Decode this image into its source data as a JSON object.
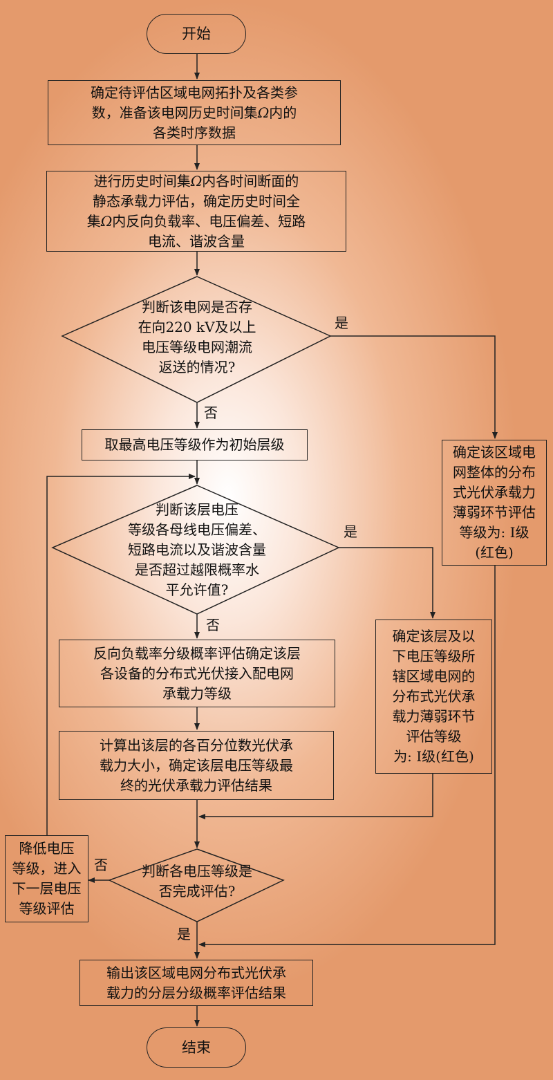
{
  "start": "开始",
  "end": "结束",
  "box_topology_line1": "确定待评估区域电网拓扑及各类参",
  "box_topology_line2_a": "数，准备该电网历史时间集",
  "box_topology_omega": "Ω",
  "box_topology_line2_b": "内的",
  "box_topology_line3": "各类时序数据",
  "box_static_line1_a": "进行历史时间集",
  "box_static_omega1": "Ω",
  "box_static_line1_b": "内各时间断面的",
  "box_static_line2": "静态承载力评估，确定历史时间全",
  "box_static_line3_a": "集",
  "box_static_omega2": "Ω",
  "box_static_line3_b": "内反向负载率、电压偏差、短路",
  "box_static_line4": "电流、谐波含量",
  "decision_reverse": [
    "判断该电网是否存",
    "在向220 kV及以上",
    "电压等级电网潮流",
    "返送的情况?"
  ],
  "box_initial_level": "取最高电压等级作为初始层级",
  "decision_layer": [
    "判断该层电压",
    "等级各母线电压偏差、",
    "短路电流以及谐波含量",
    "是否超过越限概率水",
    "平允许值?"
  ],
  "box_reverse_load": [
    "反向负载率分级概率评估确定该层",
    "各设备的分布式光伏接入配电网",
    "承载力等级"
  ],
  "box_percentile": [
    "计算出该层的各百分位数光伏承",
    "载力大小，确定该层电压等级最",
    "终的光伏承载力评估结果"
  ],
  "decision_all_done": [
    "判断各电压等级是",
    "否完成评估?"
  ],
  "box_lower_level": [
    "降低电压",
    "等级，进入",
    "下一层电压",
    "等级评估"
  ],
  "box_output": [
    "输出该区域电网分布式光伏承",
    "载力的分层分级概率评估结果"
  ],
  "box_grade_whole": [
    "确定该区域电",
    "网整体的分布",
    "式光伏承载力",
    "薄弱环节评估",
    "等级为: Ⅰ级",
    "(红色)"
  ],
  "box_grade_layer": [
    "确定该层及以",
    "下电压等级所",
    "辖区域电网的",
    "分布式光伏承",
    "载力薄弱环节",
    "评估等级",
    "为: Ⅰ级(红色)"
  ],
  "label_yes": "是",
  "label_no": "否"
}
